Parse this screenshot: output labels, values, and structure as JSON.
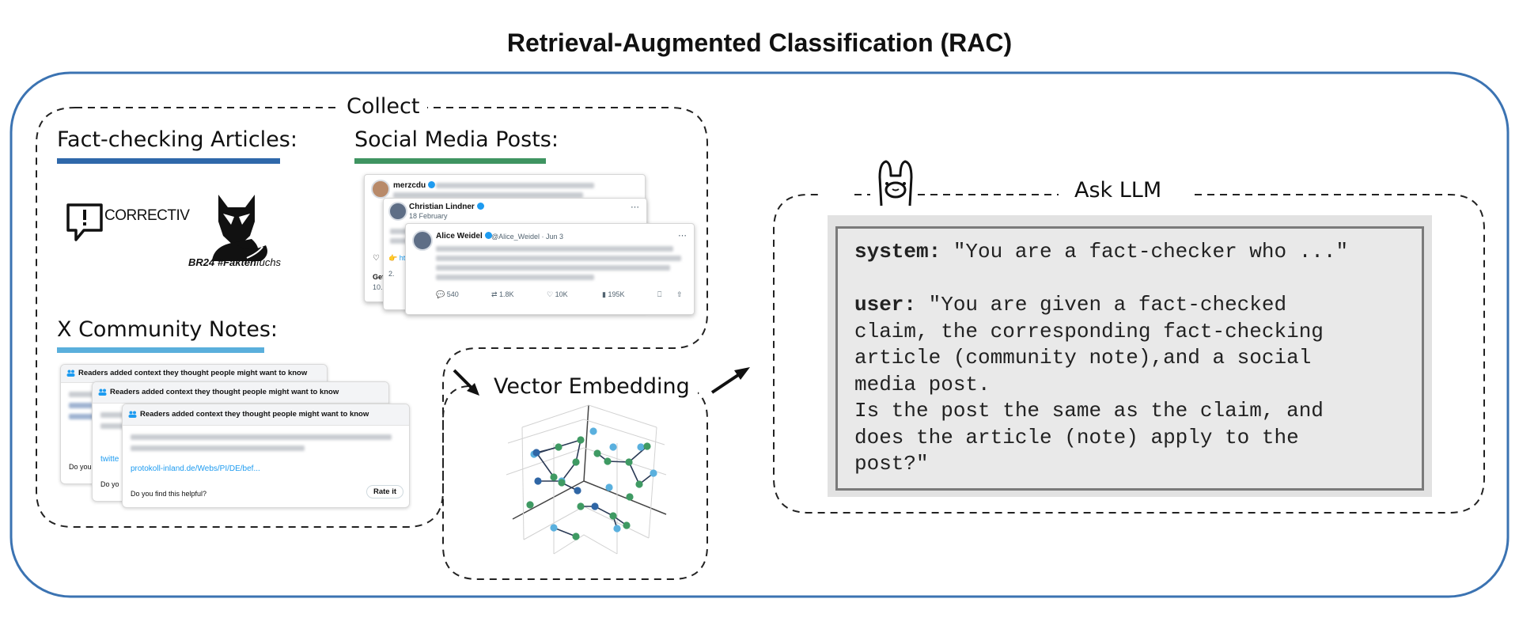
{
  "title": "Retrieval-Augmented Classification (RAC)",
  "sections": {
    "collect": "Collect",
    "vector_embedding": "Vector Embedding",
    "ask_llm": "Ask LLM"
  },
  "headings": {
    "fact_checking": "Fact-checking Articles:",
    "social_media": "Social Media Posts:",
    "community_notes": "X Community Notes:"
  },
  "colors": {
    "frame": "#3b73b2",
    "fact_checking_underline": "#2f68aa",
    "social_media_underline": "#3f9461",
    "community_notes_underline": "#5aafdc",
    "embedding_dark_blue": "#2f66a5",
    "embedding_light_blue": "#5ab0de",
    "embedding_green": "#3f9a63"
  },
  "logos": {
    "correctiv": "CORRECTIV",
    "br24_prefix": "BR24 #Fakten",
    "br24_suffix": "fuchs"
  },
  "social_posts": {
    "card1": {
      "user": "merzcdu"
    },
    "card2": {
      "user": "Christian Lindner",
      "date": "18 February"
    },
    "card3": {
      "user": "Alice Weidel",
      "meta": "@Alice_Weidel · Jun 3",
      "replies": "540",
      "reposts": "1.8K",
      "likes": "10K",
      "views": "195K"
    },
    "back_fragment": "Gef",
    "back_fragment2": "10.",
    "back_fragment3": "2."
  },
  "notes": {
    "header": "Readers added context they thought people might want to know",
    "link": "protokoll-inland.de/Webs/PI/DE/bef...",
    "link_fragment": "twitte",
    "question": "Do you find this helpful?",
    "question_fragment": "Do you",
    "question_fragment2": "Do yo",
    "rate_button": "Rate it"
  },
  "prompt": {
    "system_label": "system:",
    "system_text": " \"You are a fact-checker who ...\"",
    "user_label": "user:",
    "user_lines": [
      " \"You are given a fact-checked",
      "claim, the corresponding fact-checking",
      "article (community note),and a social",
      "media post.",
      "Is the post the same as the claim, and",
      "does the article (note) apply to the",
      "post?\""
    ]
  },
  "chart_data": {
    "type": "scatter",
    "groups": [
      {
        "color": "dark-blue",
        "count": 4
      },
      {
        "color": "light-blue",
        "count": 9
      },
      {
        "color": "green",
        "count": 16
      }
    ]
  }
}
